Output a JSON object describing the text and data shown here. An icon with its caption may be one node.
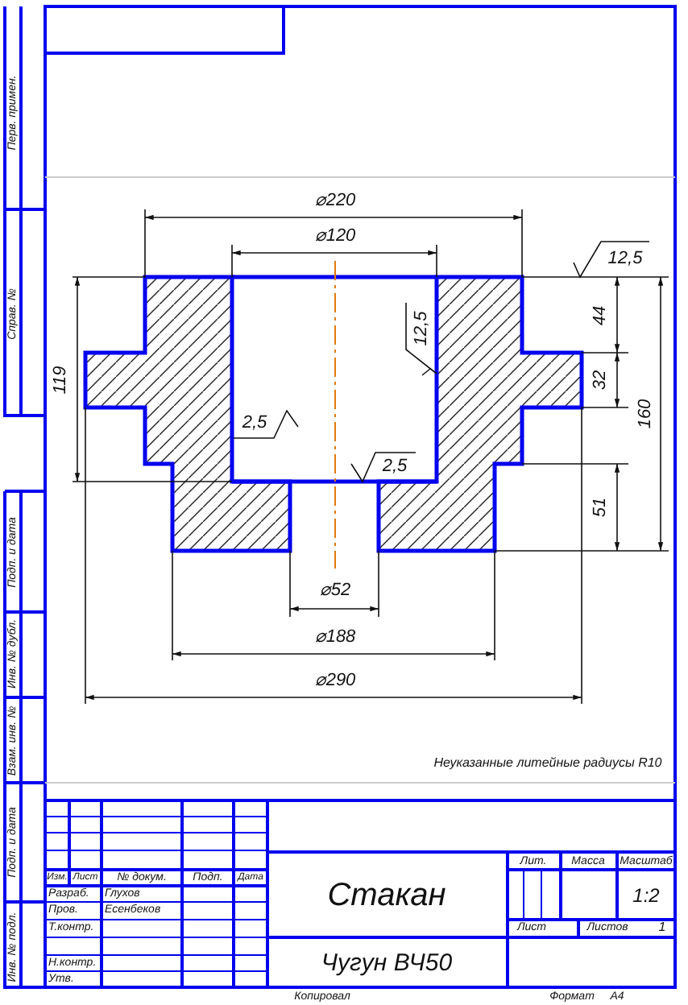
{
  "diagram": {
    "labels": [
      "Перв. примен.",
      "Справ. №",
      "⌀220",
      "⌀120",
      "12,5",
      "44",
      "119",
      "12,5",
      "32",
      "160",
      "2,5",
      "2,5",
      "51",
      "⌀52",
      "⌀188",
      "⌀290",
      "Подп. и дата",
      "Инв. № дубл.",
      "Взам. инв. №",
      "Неуказанные литейные радиусы R10",
      "Подп. и дата",
      "Изм.",
      "Лист",
      "№ докум.",
      "Подп.",
      "Дата",
      "Лит.",
      "Масса",
      "Масштаб",
      "Разраб.",
      "Глухов",
      "Стакан",
      "Пров.",
      "Есенбеков",
      "1:2",
      "Т.контр.",
      "Лист",
      "Листов",
      "1",
      "Инв. № подл.",
      "Н.контр.",
      "Чугун ВЧ50",
      "Утв.",
      "Копировал",
      "Формат",
      "А4"
    ]
  }
}
